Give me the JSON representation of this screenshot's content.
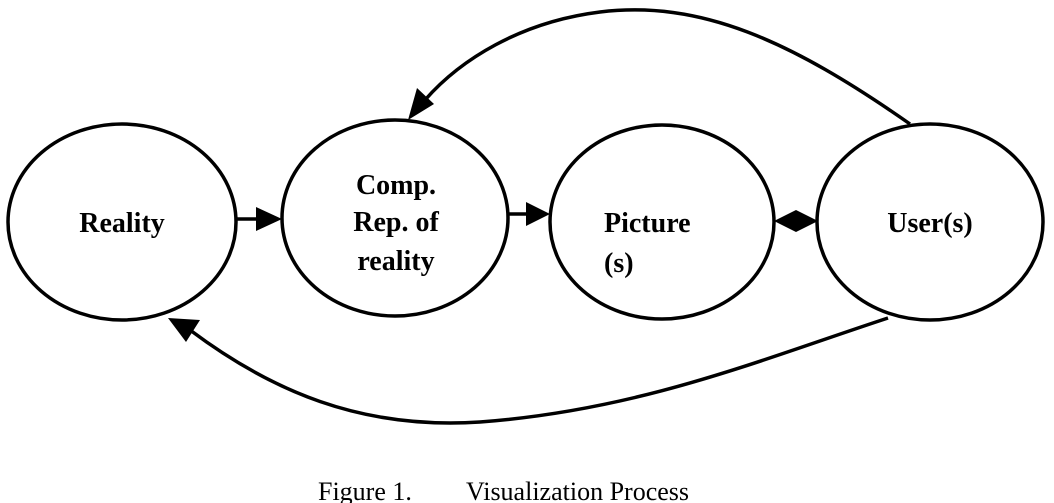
{
  "nodes": {
    "reality": {
      "lines": [
        "Reality"
      ]
    },
    "comp_rep": {
      "lines": [
        "Comp.",
        "Rep. of",
        "reality"
      ]
    },
    "picture": {
      "lines": [
        "Picture",
        "(s)"
      ]
    },
    "users": {
      "lines": [
        "User(s)"
      ]
    }
  },
  "caption": {
    "figure_number": "Figure 1.",
    "title": "Visualization Process"
  },
  "colors": {
    "stroke": "#000000",
    "background": "#ffffff"
  }
}
